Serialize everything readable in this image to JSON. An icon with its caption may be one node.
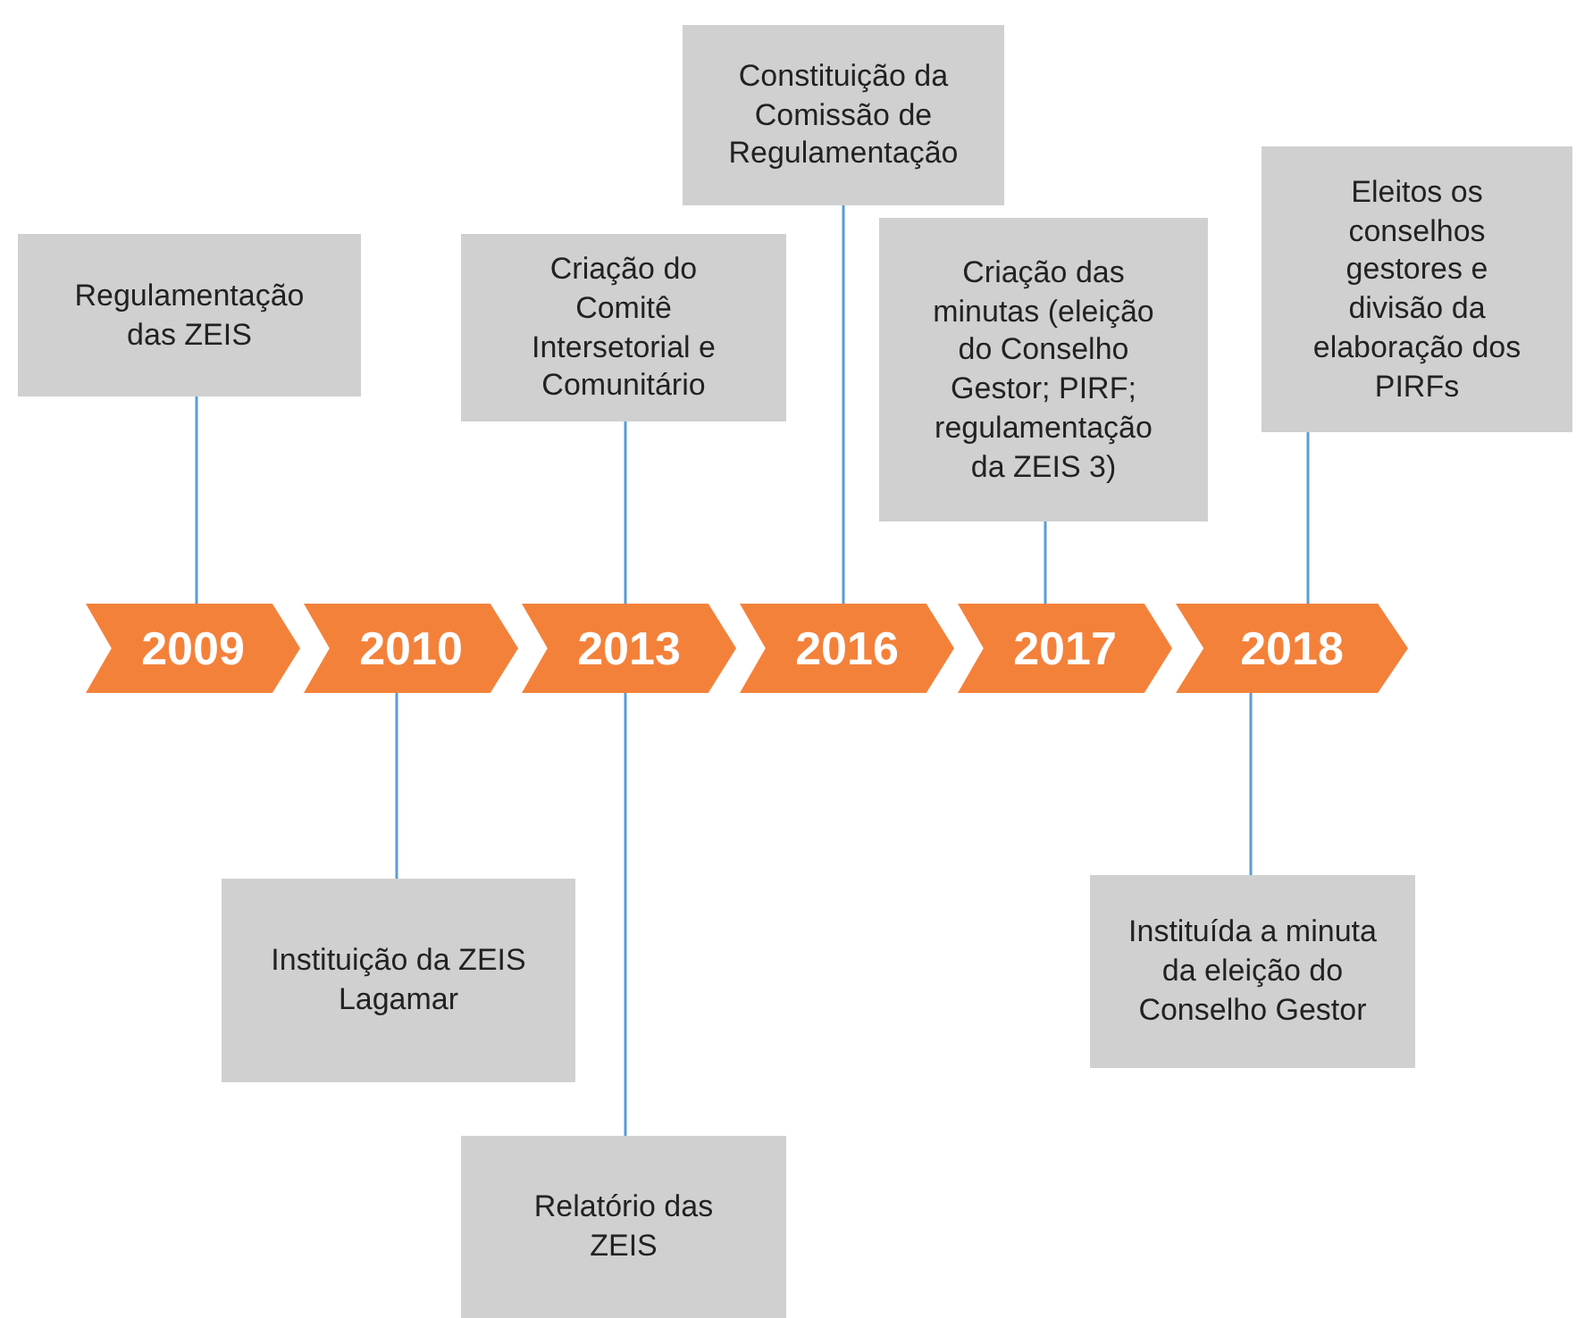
{
  "diagram": {
    "nodes": [
      {
        "text": [
          "Regulamentação das ZEIS"
        ]
      },
      {
        "text": [
          "Criação do Comitê Intersetorial e Comunitário"
        ]
      },
      {
        "text": [
          "Constituição da Comissão de Regulamentação"
        ]
      },
      {
        "text": [
          "Criação das minutas (eleição do Conselho Gestor; PIRF; regulamentação da ZEIS 3)"
        ]
      },
      {
        "text": [
          "Eleitos os conselhos gestores e divisão da elaboração dos PIRFs"
        ]
      },
      {
        "text": [
          "2009"
        ]
      },
      {
        "text": [
          "2010"
        ]
      },
      {
        "text": [
          "2013"
        ]
      },
      {
        "text": [
          "2016"
        ]
      },
      {
        "text": [
          "2017"
        ]
      },
      {
        "text": [
          "2018"
        ]
      },
      {
        "text": [
          "Instituição da ZEIS Lagamar"
        ]
      },
      {
        "text": [
          "Relatório das ZEIS"
        ]
      },
      {
        "text": [
          "Instituída a minuta da eleição do Conselho Gestor"
        ]
      }
    ],
    "edges": [
      {
        "from": 0,
        "to": 5,
        "arrow": "none"
      },
      {
        "from": 1,
        "to": 7,
        "arrow": "none"
      },
      {
        "from": 2,
        "to": 8,
        "arrow": "none"
      },
      {
        "from": 3,
        "to": 9,
        "arrow": "none"
      },
      {
        "from": 4,
        "to": 10,
        "arrow": "none"
      },
      {
        "from": 11,
        "to": 6,
        "arrow": "none"
      },
      {
        "from": 12,
        "to": 7,
        "arrow": "none"
      },
      {
        "from": 13,
        "to": 10,
        "arrow": "none"
      }
    ]
  }
}
